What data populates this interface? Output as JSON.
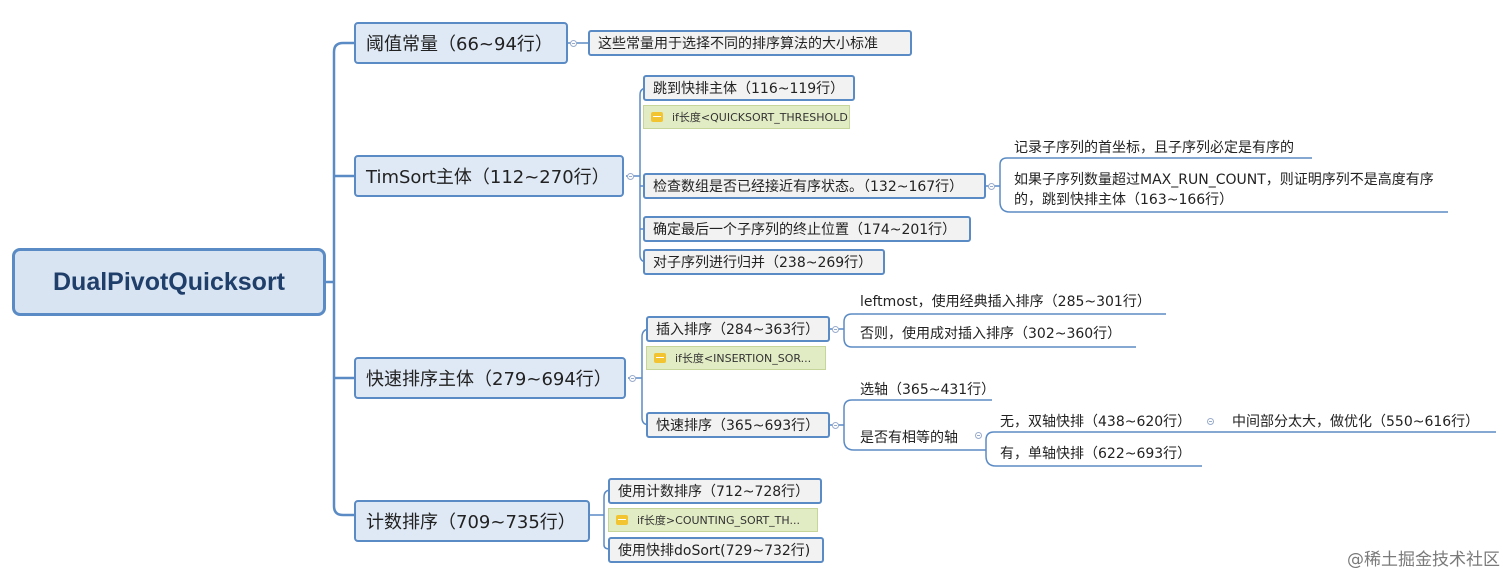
{
  "root": {
    "label": "DualPivotQuicksort"
  },
  "branches": {
    "threshold": {
      "label": "阈值常量（66~94行）",
      "leaf": "这些常量用于选择不同的排序算法的大小标准"
    },
    "timsort": {
      "label": "TimSort主体（112~270行）",
      "jump": "跳到快排主体（116~119行）",
      "jump_note": "if长度<QUICKSORT_THRESHOLD",
      "check": "检查数组是否已经接近有序状态。（132~167行）",
      "check_leaf1": "记录子序列的首坐标，且子序列必定是有序的",
      "check_leaf2": "如果子序列数量超过MAX_RUN_COUNT，则证明序列不是高度有序的，跳到快排主体（163~166行）",
      "last": "确定最后一个子序列的终止位置（174~201行）",
      "merge": "对子序列进行归并（238~269行）"
    },
    "quicksort": {
      "label": "快速排序主体（279~694行）",
      "insertion": "插入排序（284~363行）",
      "insertion_leaf1": "leftmost，使用经典插入排序（285~301行）",
      "insertion_leaf2": "否则，使用成对插入排序（302~360行）",
      "insertion_note": "if长度<INSERTION_SOR...",
      "quick": "快速排序（365~693行）",
      "pivot": "选轴（365~431行）",
      "equal_pivot": "是否有相等的轴",
      "no_equal": "无，双轴快排（438~620行）",
      "no_equal_leaf": "中间部分太大，做优化（550~616行）",
      "has_equal": "有，单轴快排（622~693行）"
    },
    "counting": {
      "label": "计数排序（709~735行）",
      "use_counting": "使用计数排序（712~728行）",
      "counting_note": "if长度>COUNTING_SORT_TH...",
      "use_quick": "使用快排doSort(729~732行)"
    }
  },
  "watermark": "@稀土掘金技术社区",
  "colors": {
    "line": "#5b8bc4",
    "root_fill": "#d8e4f2",
    "branch_fill": "#dfe9f5",
    "note_fill": "#e2ecc4"
  }
}
